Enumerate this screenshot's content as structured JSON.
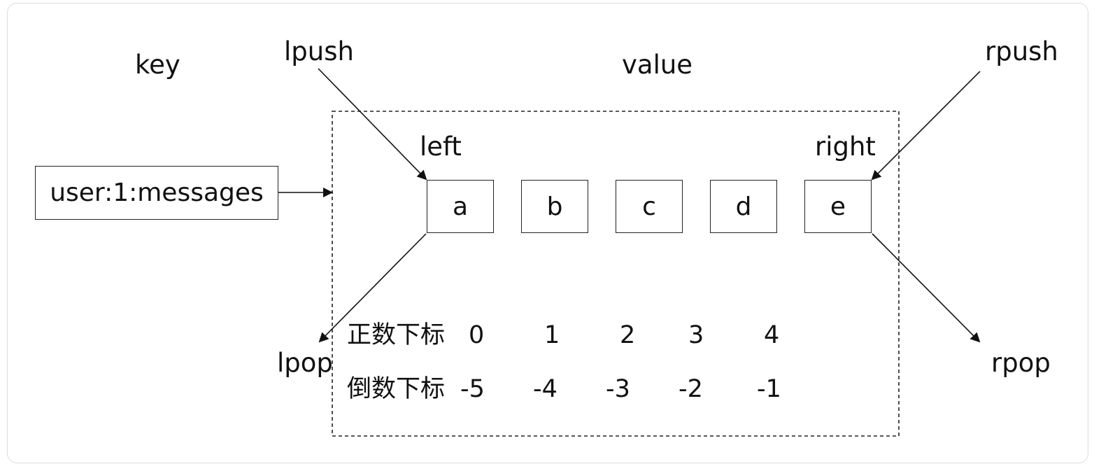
{
  "diagram": {
    "key_heading": "key",
    "value_heading": "value",
    "key_name": "user:1:messages",
    "ops": {
      "lpush": "lpush",
      "rpush": "rpush",
      "lpop": "lpop",
      "rpop": "rpop"
    },
    "ends": {
      "left": "left",
      "right": "right"
    },
    "elements": [
      "a",
      "b",
      "c",
      "d",
      "e"
    ],
    "positive_index": {
      "label": "正数下标",
      "values": [
        "0",
        "1",
        "2",
        "3",
        "4"
      ]
    },
    "negative_index": {
      "label": "倒数下标",
      "values": [
        "-5",
        "-4",
        "-3",
        "-2",
        "-1"
      ]
    }
  }
}
